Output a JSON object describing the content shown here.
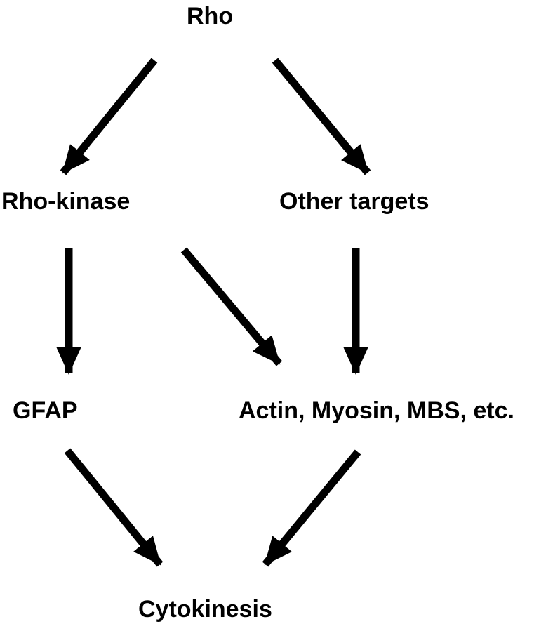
{
  "nodes": {
    "rho": "Rho",
    "rho_kinase": "Rho-kinase",
    "other_targets": "Other targets",
    "gfap": "GFAP",
    "actin_group": "Actin, Myosin, MBS, etc.",
    "cytokinesis": "Cytokinesis"
  },
  "edges": [
    {
      "from": "rho",
      "to": "rho_kinase"
    },
    {
      "from": "rho",
      "to": "other_targets"
    },
    {
      "from": "rho_kinase",
      "to": "gfap"
    },
    {
      "from": "rho_kinase",
      "to": "actin_group"
    },
    {
      "from": "other_targets",
      "to": "actin_group"
    },
    {
      "from": "gfap",
      "to": "cytokinesis"
    },
    {
      "from": "actin_group",
      "to": "cytokinesis"
    }
  ],
  "colors": {
    "ink": "#000000",
    "background": "#ffffff"
  }
}
